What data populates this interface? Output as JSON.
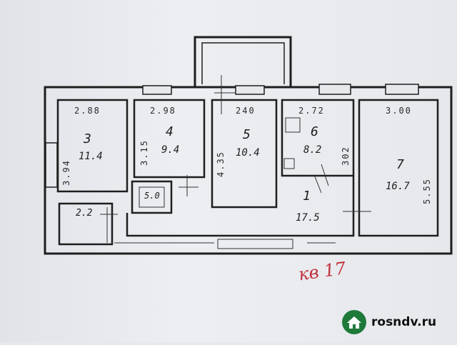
{
  "plan": {
    "rooms": [
      {
        "number": "3",
        "area": "11.4",
        "top_dim": "2.88",
        "side_dim": "3.94"
      },
      {
        "number": "4",
        "area": "9.4",
        "top_dim": "2.98",
        "side_dim": "3.15"
      },
      {
        "number": "5",
        "area": "10.4",
        "top_dim": "240",
        "side_dim": "4.35"
      },
      {
        "number": "6",
        "area": "8.2",
        "top_dim": "2.72",
        "side_dim": "302"
      },
      {
        "number": "7",
        "area": "16.7",
        "top_dim": "3.00",
        "side_dim": "5.55"
      },
      {
        "number": "1",
        "area": "17.5"
      }
    ],
    "small_labels": {
      "bath": "2.2",
      "wc": "5.0"
    },
    "apartment_note": "кв 17"
  },
  "watermark": {
    "brand": "rosndv.ru",
    "logo_color": "#1f7a3a"
  },
  "colors": {
    "ink": "#1e1e1e",
    "note": "#c0323a",
    "paper": "#e7e8ec"
  }
}
